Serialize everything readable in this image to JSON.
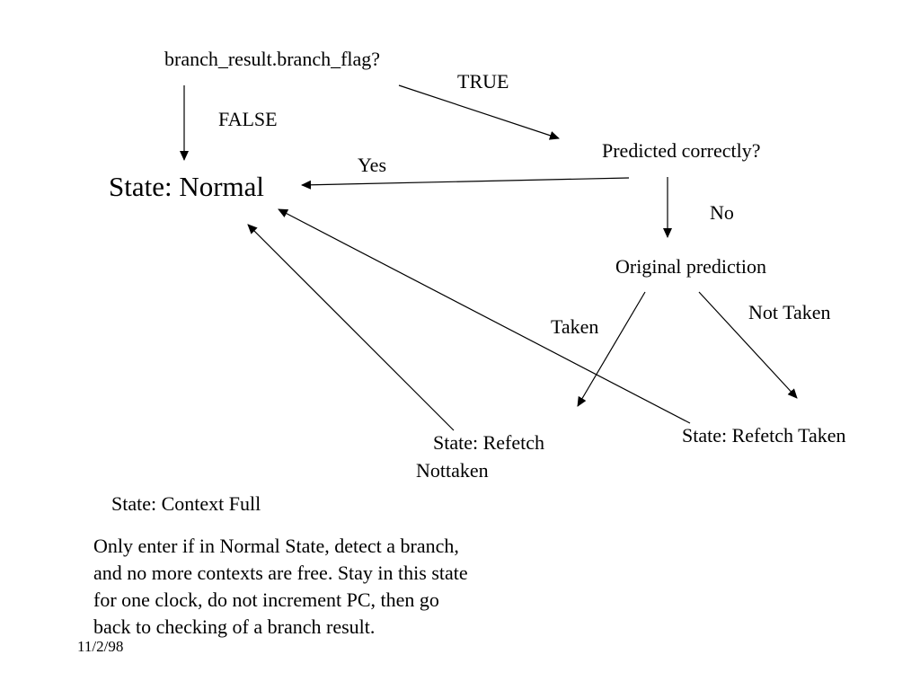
{
  "nodes": {
    "branch_check": "branch_result.branch_flag?",
    "state_normal": "State: Normal",
    "predicted_correctly": "Predicted correctly?",
    "original_prediction": "Original prediction",
    "refetch_nottaken_line1": "State: Refetch",
    "refetch_nottaken_line2": "Nottaken",
    "refetch_taken": "State: Refetch Taken",
    "context_full": "State: Context Full"
  },
  "edges": {
    "true_label": "TRUE",
    "false_label": "FALSE",
    "yes_label": "Yes",
    "no_label": "No",
    "taken_label": "Taken",
    "not_taken_label": "Not Taken"
  },
  "description": {
    "lines": [
      "Only enter if in Normal State, detect a branch,",
      "and no more contexts are free. Stay in this state",
      "for one clock, do not increment PC, then go",
      "back to checking of a branch result."
    ]
  },
  "footer": {
    "date": "11/2/98"
  }
}
